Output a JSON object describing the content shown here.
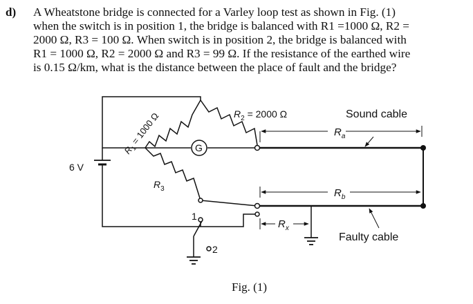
{
  "question": {
    "label": "d)",
    "lines": [
      "A Wheatstone bridge is connected for a Varley loop test as shown in Fig. (1)",
      "when the switch is in position 1, the bridge is balanced with R1 =1000 Ω, R2 =",
      "2000 Ω, R3 = 100 Ω. When switch is in position 2, the bridge is balanced with",
      "R1 = 1000 Ω, R2 = 2000 Ω and R3 = 99 Ω. If the resistance of the earthed wire",
      "is 0.15 Ω/km, what is the distance between the place of fault and the bridge?"
    ]
  },
  "figure": {
    "r1_label": "R",
    "r1_sub": "1",
    "r1_value": " = 1000 Ω",
    "r2_label": "R",
    "r2_sub": "2",
    "r2_value": " = 2000 Ω",
    "r3_label": "R",
    "r3_sub": "3",
    "galvanometer": "G",
    "battery": "6 V",
    "sound_cable": "Sound cable",
    "faulty_cable": "Faulty cable",
    "ra_label": "R",
    "ra_sub": "a",
    "rb_label": "R",
    "rb_sub": "b",
    "rx_label": "R",
    "rx_sub": "x",
    "switch_pos1": "1",
    "switch_pos2": "2",
    "caption": "Fig. (1)"
  }
}
